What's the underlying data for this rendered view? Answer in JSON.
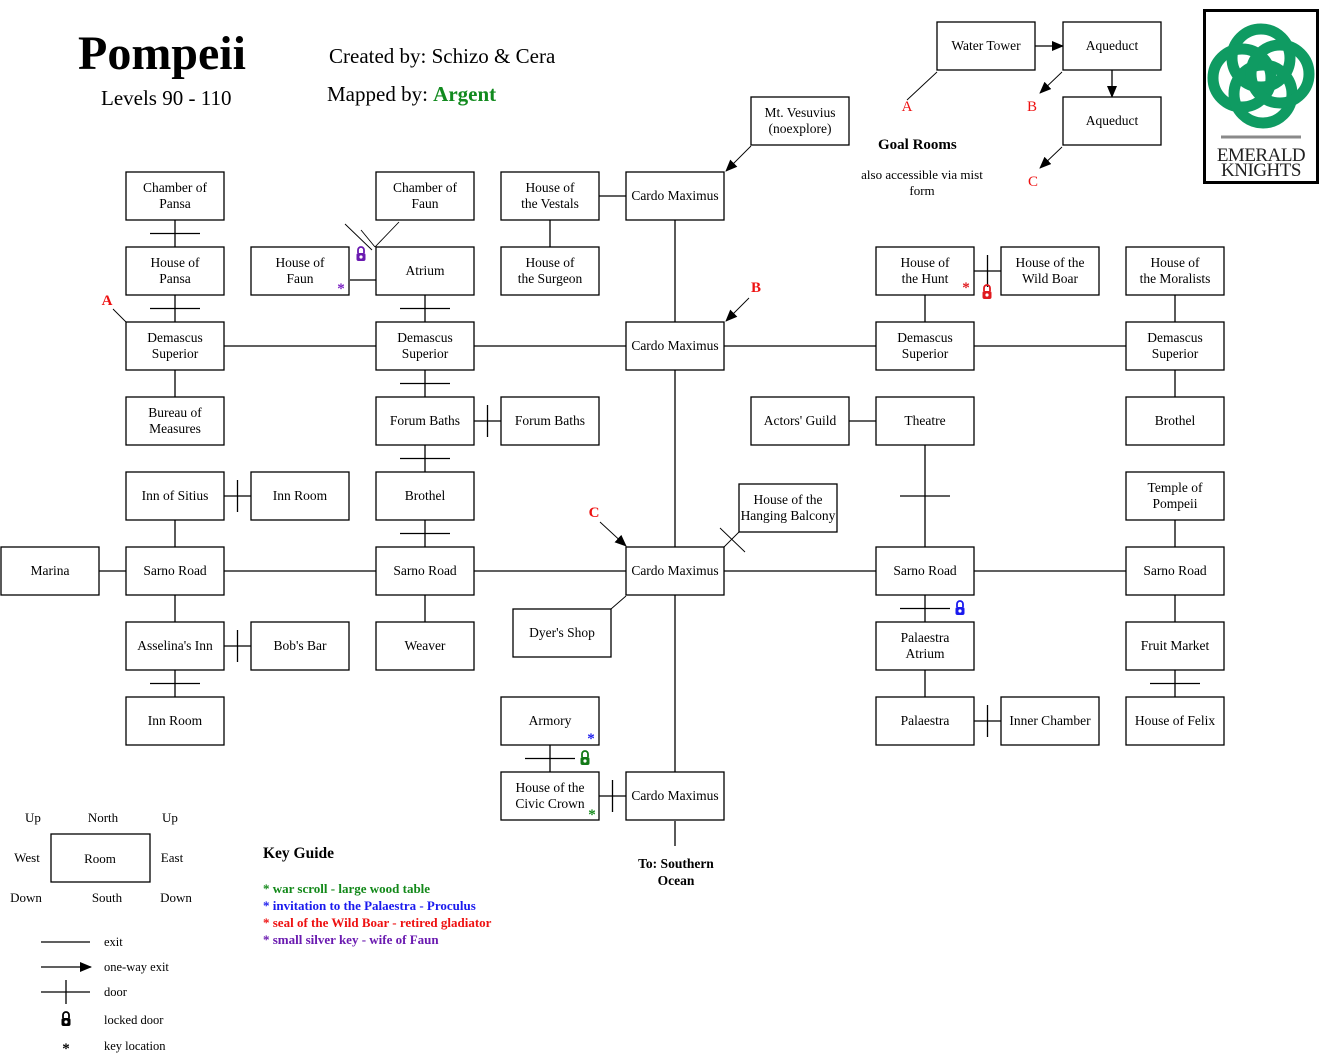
{
  "header": {
    "title": "Pompeii",
    "levels": "Levels 90 - 110",
    "created_label": "Created by: Schizo & Cera",
    "mapped_label": "Mapped by:",
    "mapper": "Argent"
  },
  "goal_rooms": {
    "title": "Goal Rooms",
    "subtitle": "also accessible via mist form",
    "rooms": [
      "Water Tower",
      "Aqueduct",
      "Aqueduct"
    ],
    "exits": [
      "A",
      "B",
      "C"
    ]
  },
  "logo": {
    "line1": "EMERALD",
    "line2": "KNIGHTS",
    "color": "#0f9b62"
  },
  "rooms": [
    {
      "id": "water-tower",
      "label": [
        "Water Tower"
      ]
    },
    {
      "id": "aqueduct-1",
      "label": [
        "Aqueduct"
      ]
    },
    {
      "id": "aqueduct-2",
      "label": [
        "Aqueduct"
      ]
    },
    {
      "id": "mt-vesuvius",
      "label": [
        "Mt. Vesuvius",
        "(noexplore)"
      ]
    },
    {
      "id": "chamber-of-pansa",
      "label": [
        "Chamber of",
        "Pansa"
      ]
    },
    {
      "id": "chamber-of-faun",
      "label": [
        "Chamber of",
        "Faun"
      ]
    },
    {
      "id": "house-of-the-vestals",
      "label": [
        "House of",
        "the Vestals"
      ]
    },
    {
      "id": "cardo-maximus-1",
      "label": [
        "Cardo Maximus"
      ]
    },
    {
      "id": "house-of-pansa",
      "label": [
        "House of",
        "Pansa"
      ]
    },
    {
      "id": "house-of-faun",
      "label": [
        "House of",
        "Faun"
      ]
    },
    {
      "id": "atrium",
      "label": [
        "Atrium"
      ]
    },
    {
      "id": "house-of-the-surgeon",
      "label": [
        "House of",
        "the Surgeon"
      ]
    },
    {
      "id": "house-of-the-hunt",
      "label": [
        "House of",
        "the Hunt"
      ]
    },
    {
      "id": "house-of-the-wild-boar",
      "label": [
        "House of the",
        "Wild Boar"
      ]
    },
    {
      "id": "house-of-the-moralists",
      "label": [
        "House of",
        "the Moralists"
      ]
    },
    {
      "id": "demascus-superior-1",
      "label": [
        "Demascus",
        "Superior"
      ]
    },
    {
      "id": "demascus-superior-2",
      "label": [
        "Demascus",
        "Superior"
      ]
    },
    {
      "id": "cardo-maximus-2",
      "label": [
        "Cardo Maximus"
      ]
    },
    {
      "id": "demascus-superior-3",
      "label": [
        "Demascus",
        "Superior"
      ]
    },
    {
      "id": "demascus-superior-4",
      "label": [
        "Demascus",
        "Superior"
      ]
    },
    {
      "id": "bureau-of-measures",
      "label": [
        "Bureau of",
        "Measures"
      ]
    },
    {
      "id": "forum-baths-1",
      "label": [
        "Forum Baths"
      ]
    },
    {
      "id": "forum-baths-2",
      "label": [
        "Forum Baths"
      ]
    },
    {
      "id": "actors-guild",
      "label": [
        "Actors' Guild"
      ]
    },
    {
      "id": "theatre",
      "label": [
        "Theatre"
      ]
    },
    {
      "id": "brothel-east",
      "label": [
        "Brothel"
      ]
    },
    {
      "id": "inn-of-sitius",
      "label": [
        "Inn of Sitius"
      ]
    },
    {
      "id": "inn-room-1",
      "label": [
        "Inn Room"
      ]
    },
    {
      "id": "brothel-west",
      "label": [
        "Brothel"
      ]
    },
    {
      "id": "house-of-the-hanging-balcony",
      "label": [
        "House of the",
        "Hanging Balcony"
      ]
    },
    {
      "id": "temple-of-pompeii",
      "label": [
        "Temple of",
        "Pompeii"
      ]
    },
    {
      "id": "marina",
      "label": [
        "Marina"
      ]
    },
    {
      "id": "sarno-road-1",
      "label": [
        "Sarno Road"
      ]
    },
    {
      "id": "sarno-road-2",
      "label": [
        "Sarno Road"
      ]
    },
    {
      "id": "cardo-maximus-3",
      "label": [
        "Cardo Maximus"
      ]
    },
    {
      "id": "sarno-road-3",
      "label": [
        "Sarno Road"
      ]
    },
    {
      "id": "sarno-road-4",
      "label": [
        "Sarno Road"
      ]
    },
    {
      "id": "dyers-shop",
      "label": [
        "Dyer's Shop"
      ]
    },
    {
      "id": "asselinas-inn",
      "label": [
        "Asselina's Inn"
      ]
    },
    {
      "id": "bobs-bar",
      "label": [
        "Bob's Bar"
      ]
    },
    {
      "id": "weaver",
      "label": [
        "Weaver"
      ]
    },
    {
      "id": "palaestra-atrium",
      "label": [
        "Palaestra",
        "Atrium"
      ]
    },
    {
      "id": "fruit-market",
      "label": [
        "Fruit Market"
      ]
    },
    {
      "id": "inn-room-2",
      "label": [
        "Inn Room"
      ]
    },
    {
      "id": "armory",
      "label": [
        "Armory"
      ]
    },
    {
      "id": "palaestra",
      "label": [
        "Palaestra"
      ]
    },
    {
      "id": "inner-chamber",
      "label": [
        "Inner Chamber"
      ]
    },
    {
      "id": "house-of-felix",
      "label": [
        "House of Felix"
      ]
    },
    {
      "id": "house-of-the-civic-crown",
      "label": [
        "House of the",
        "Civic Crown"
      ]
    },
    {
      "id": "cardo-maximus-4",
      "label": [
        "Cardo Maximus"
      ]
    }
  ],
  "connections": [
    {
      "from": "water-tower",
      "to": "aqueduct-1",
      "type": "one-way"
    },
    {
      "from": "aqueduct-1",
      "to": "aqueduct-2",
      "type": "one-way"
    },
    {
      "from": "water-tower",
      "to": "A",
      "type": "exit"
    },
    {
      "from": "aqueduct-1",
      "to": "B",
      "type": "one-way"
    },
    {
      "from": "aqueduct-2",
      "to": "C",
      "type": "one-way"
    },
    {
      "from": "mt-vesuvius",
      "to": "cardo-maximus-1",
      "type": "one-way"
    },
    {
      "from": "house-of-the-vestals",
      "to": "cardo-maximus-1",
      "type": "exit"
    },
    {
      "from": "house-of-the-vestals",
      "to": "house-of-the-surgeon",
      "type": "exit"
    },
    {
      "from": "cardo-maximus-1",
      "to": "cardo-maximus-2",
      "type": "exit"
    },
    {
      "from": "chamber-of-pansa",
      "to": "house-of-pansa",
      "type": "door"
    },
    {
      "from": "house-of-pansa",
      "to": "demascus-superior-1",
      "type": "door"
    },
    {
      "from": "atrium",
      "to": "chamber-of-faun",
      "type": "door"
    },
    {
      "from": "house-of-faun",
      "to": "atrium",
      "type": "locked-door",
      "lock_color": "#6a1ab0"
    },
    {
      "from": "atrium",
      "to": "demascus-superior-2",
      "type": "door"
    },
    {
      "from": "demascus-superior-1",
      "to": "demascus-superior-2",
      "type": "exit"
    },
    {
      "from": "demascus-superior-2",
      "to": "cardo-maximus-2",
      "type": "exit"
    },
    {
      "from": "cardo-maximus-2",
      "to": "demascus-superior-3",
      "type": "exit"
    },
    {
      "from": "demascus-superior-3",
      "to": "demascus-superior-4",
      "type": "exit"
    },
    {
      "from": "house-of-the-hunt",
      "to": "house-of-the-wild-boar",
      "type": "locked-door",
      "lock_color": "#e0191e"
    },
    {
      "from": "house-of-the-hunt",
      "to": "demascus-superior-3",
      "type": "exit"
    },
    {
      "from": "house-of-the-moralists",
      "to": "demascus-superior-4",
      "type": "exit"
    },
    {
      "from": "demascus-superior-1",
      "to": "bureau-of-measures",
      "type": "exit"
    },
    {
      "from": "demascus-superior-2",
      "to": "forum-baths-1",
      "type": "door"
    },
    {
      "from": "forum-baths-1",
      "to": "forum-baths-2",
      "type": "door"
    },
    {
      "from": "forum-baths-1",
      "to": "brothel-west",
      "type": "door"
    },
    {
      "from": "actors-guild",
      "to": "theatre",
      "type": "exit"
    },
    {
      "from": "theatre",
      "to": "sarno-road-3",
      "type": "door"
    },
    {
      "from": "demascus-superior-4",
      "to": "brothel-east",
      "type": "exit"
    },
    {
      "from": "inn-of-sitius",
      "to": "inn-room-1",
      "type": "door"
    },
    {
      "from": "inn-of-sitius",
      "to": "sarno-road-1",
      "type": "exit"
    },
    {
      "from": "brothel-west",
      "to": "sarno-road-2",
      "type": "door"
    },
    {
      "from": "cardo-maximus-3",
      "to": "house-of-the-hanging-balcony",
      "type": "door"
    },
    {
      "from": "temple-of-pompeii",
      "to": "sarno-road-4",
      "type": "exit"
    },
    {
      "from": "marina",
      "to": "sarno-road-1",
      "type": "exit"
    },
    {
      "from": "sarno-road-1",
      "to": "sarno-road-2",
      "type": "exit"
    },
    {
      "from": "sarno-road-2",
      "to": "cardo-maximus-3",
      "type": "exit"
    },
    {
      "from": "cardo-maximus-3",
      "to": "sarno-road-3",
      "type": "exit"
    },
    {
      "from": "sarno-road-3",
      "to": "sarno-road-4",
      "type": "exit"
    },
    {
      "from": "cardo-maximus-2",
      "to": "cardo-maximus-3",
      "type": "exit"
    },
    {
      "from": "cardo-maximus-3",
      "to": "dyers-shop",
      "type": "exit"
    },
    {
      "from": "cardo-maximus-3",
      "to": "cardo-maximus-4",
      "type": "exit"
    },
    {
      "from": "sarno-road-1",
      "to": "asselinas-inn",
      "type": "exit"
    },
    {
      "from": "asselinas-inn",
      "to": "bobs-bar",
      "type": "door"
    },
    {
      "from": "asselinas-inn",
      "to": "inn-room-2",
      "type": "door"
    },
    {
      "from": "sarno-road-2",
      "to": "weaver",
      "type": "exit"
    },
    {
      "from": "sarno-road-3",
      "to": "palaestra-atrium",
      "type": "locked-door",
      "lock_color": "#1a1aee"
    },
    {
      "from": "palaestra-atrium",
      "to": "palaestra",
      "type": "exit"
    },
    {
      "from": "palaestra",
      "to": "inner-chamber",
      "type": "door"
    },
    {
      "from": "sarno-road-4",
      "to": "fruit-market",
      "type": "exit"
    },
    {
      "from": "fruit-market",
      "to": "house-of-felix",
      "type": "door"
    },
    {
      "from": "armory",
      "to": "house-of-the-civic-crown",
      "type": "locked-door",
      "lock_color": "#137a17"
    },
    {
      "from": "house-of-the-civic-crown",
      "to": "cardo-maximus-4",
      "type": "door"
    },
    {
      "from": "cardo-maximus-4",
      "to": "southern-ocean",
      "type": "exit"
    }
  ],
  "exit_markers": [
    {
      "letter": "A",
      "target": "demascus-superior-1"
    },
    {
      "letter": "B",
      "target": "cardo-maximus-2"
    },
    {
      "letter": "C",
      "target": "cardo-maximus-3"
    }
  ],
  "key_locations": [
    {
      "room": "house-of-faun",
      "color": "#7a1fc2"
    },
    {
      "room": "house-of-the-hunt",
      "color": "#e0191e"
    },
    {
      "room": "armory",
      "color": "#1a1aee"
    },
    {
      "room": "house-of-the-civic-crown",
      "color": "#13891a"
    }
  ],
  "southern_exit": "To: Southern Ocean",
  "compass_legend": {
    "up_left": "Up",
    "north": "North",
    "up_right": "Up",
    "west": "West",
    "room": "Room",
    "east": "East",
    "down_left": "Down",
    "south": "South",
    "down_right": "Down"
  },
  "symbol_legend": [
    {
      "symbol": "exit-line",
      "label": "exit"
    },
    {
      "symbol": "one-way-arrow",
      "label": "one-way exit"
    },
    {
      "symbol": "door-cross",
      "label": "door"
    },
    {
      "symbol": "lock",
      "label": "locked door"
    },
    {
      "symbol": "asterisk",
      "label": "key location"
    }
  ],
  "key_guide": {
    "title": "Key Guide",
    "items": [
      {
        "text": "* war scroll - large wood table",
        "color": "#13891a"
      },
      {
        "text": "* invitation to the Palaestra - Proculus",
        "color": "#1a1aee"
      },
      {
        "text": "* seal of the Wild Boar - retired gladiator",
        "color": "#ee1111"
      },
      {
        "text": "* small silver key - wife of Faun",
        "color": "#6a1ab0"
      }
    ]
  }
}
